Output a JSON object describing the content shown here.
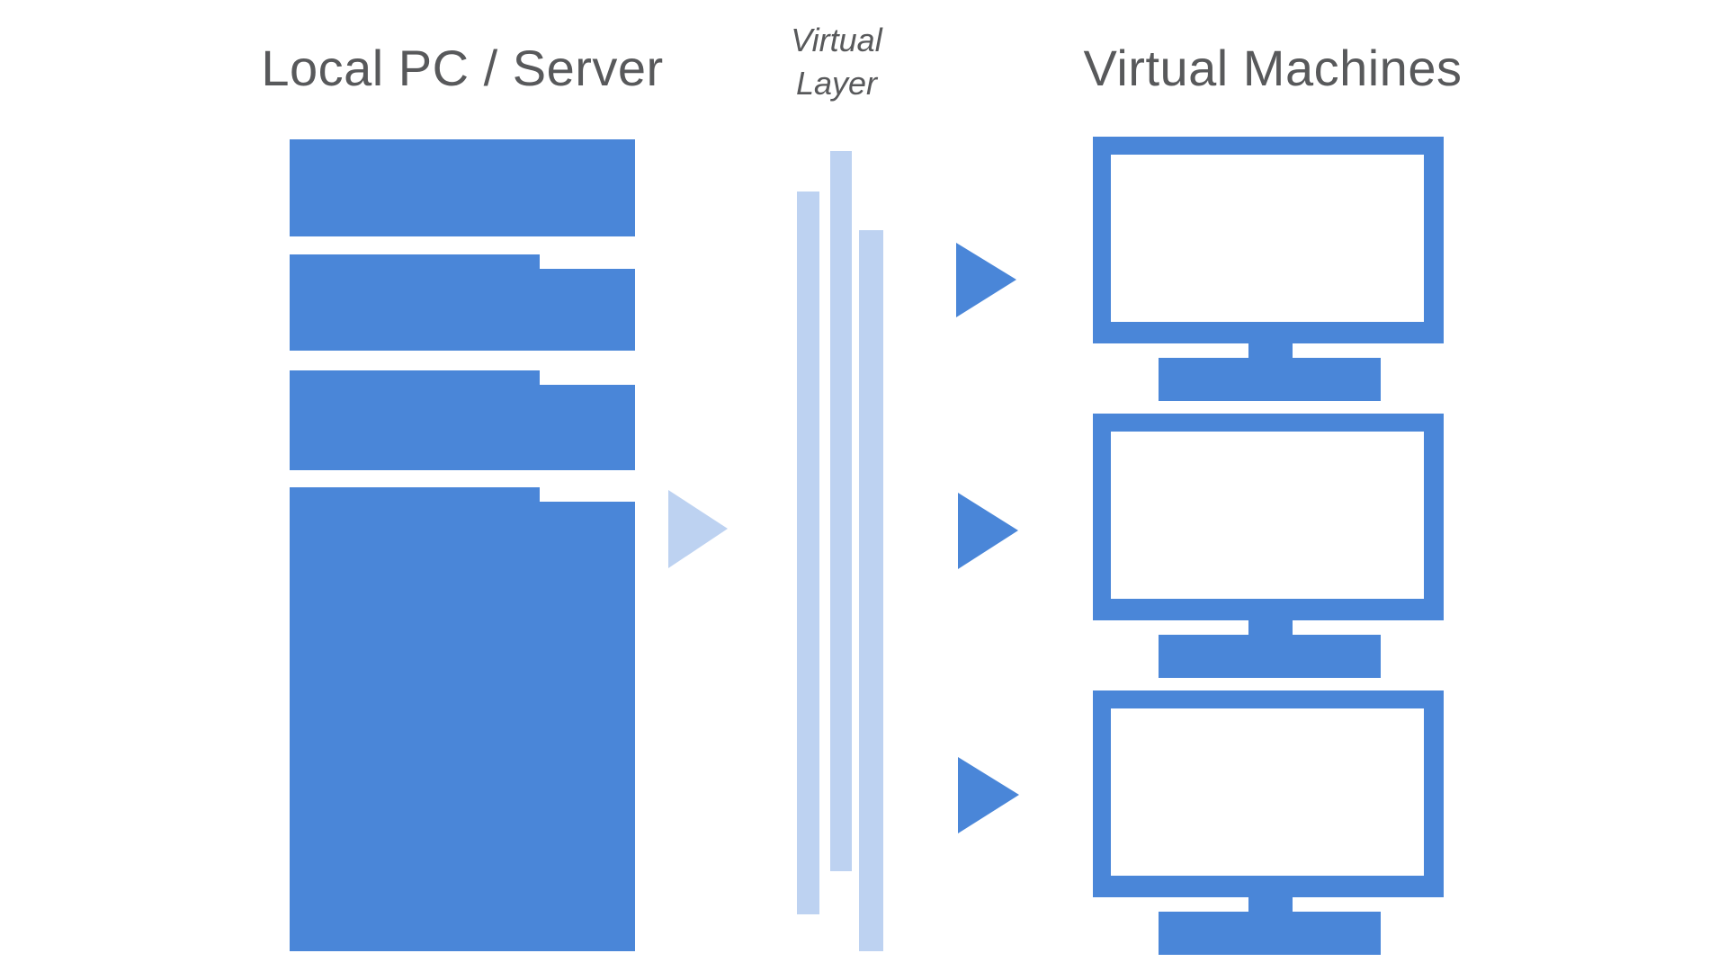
{
  "titles": {
    "left_column": "Local PC / Server",
    "middle_line1": "Virtual",
    "middle_line2": "Layer",
    "right_column": "Virtual Machines"
  },
  "colors": {
    "primary_blue": "#4a86d8",
    "light_blue": "#bdd2f1",
    "title_gray": "#58595b",
    "screen_white": "#ffffff",
    "background": "#ffffff"
  },
  "diagram": {
    "server_block_count": 4,
    "virtual_layer_bar_count": 3,
    "virtual_machine_count": 3,
    "arrow_direction": "right"
  }
}
